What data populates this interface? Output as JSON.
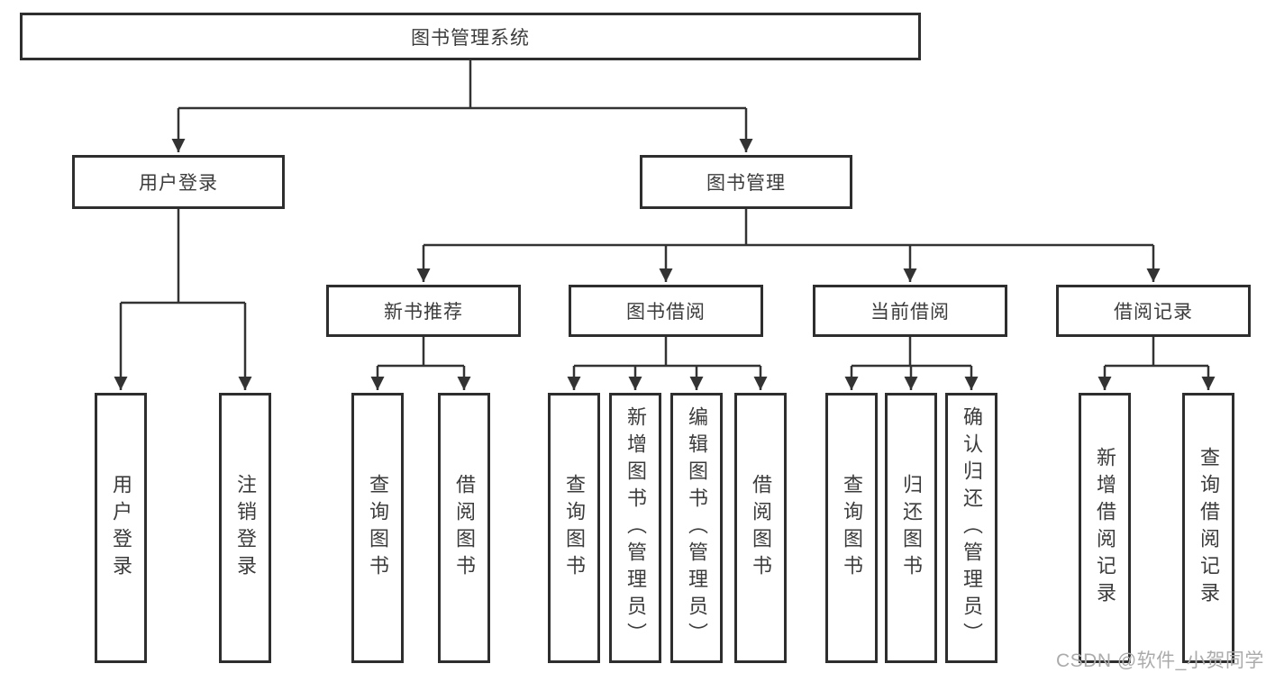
{
  "diagram": {
    "root": {
      "label": "图书管理系统"
    },
    "level2": [
      {
        "label": "用户登录"
      },
      {
        "label": "图书管理"
      }
    ],
    "level3": [
      {
        "label": "新书推荐"
      },
      {
        "label": "图书借阅"
      },
      {
        "label": "当前借阅"
      },
      {
        "label": "借阅记录"
      }
    ],
    "leaves": {
      "user_login": [
        "用户登录",
        "注销登录"
      ],
      "new_books": [
        "查询图书",
        "借阅图书"
      ],
      "book_borrow": [
        "查询图书",
        "新增图书（管理员）",
        "编辑图书（管理员）",
        "借阅图书"
      ],
      "current_borrow": [
        "查询图书",
        "归还图书",
        "确认归还（管理员）"
      ],
      "borrow_records": [
        "新增借阅记录",
        "查询借阅记录"
      ]
    }
  },
  "watermark": "CSDN @软件_小贺同学",
  "colors": {
    "border": "#2e2e2e",
    "line": "#333333",
    "text": "#3c3c3c",
    "watermark": "#ababab",
    "background": "#ffffff"
  }
}
